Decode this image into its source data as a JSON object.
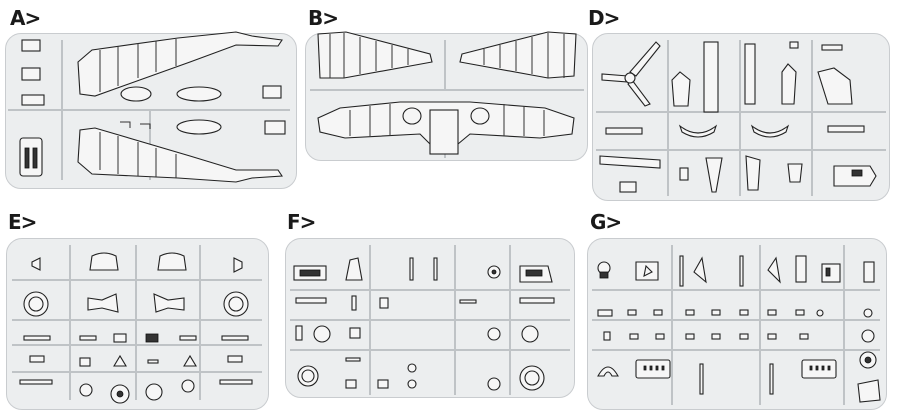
{
  "sheet": {
    "sprues": [
      {
        "id": "A",
        "label": "A>"
      },
      {
        "id": "B",
        "label": "B>"
      },
      {
        "id": "D",
        "label": "D>"
      },
      {
        "id": "E",
        "label": "E>"
      },
      {
        "id": "F",
        "label": "F>"
      },
      {
        "id": "G",
        "label": "G>"
      }
    ]
  }
}
